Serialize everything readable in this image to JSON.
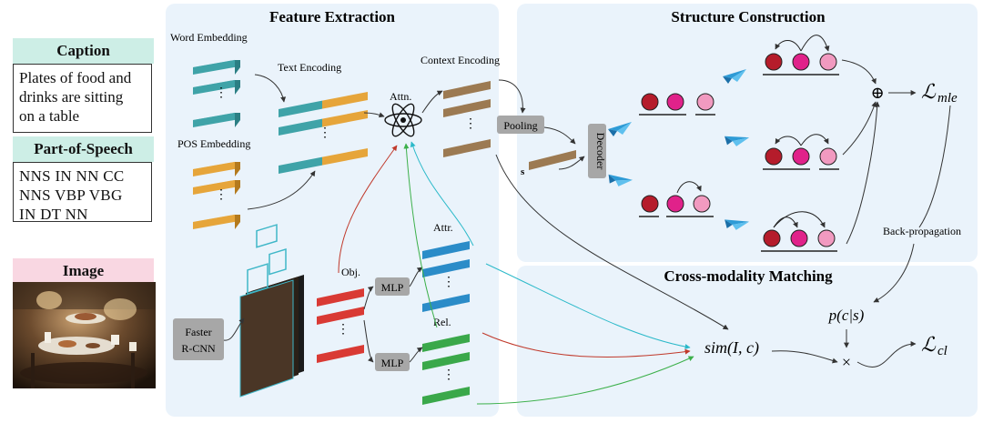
{
  "left_panel": {
    "caption_header": "Caption",
    "caption_text": [
      "Plates of food and",
      "drinks are sitting",
      "on a table"
    ],
    "pos_header": "Part-of-Speech",
    "pos_text": [
      "NNS IN NN CC",
      "NNS VBP VBG",
      "IN DT NN"
    ],
    "image_header": "Image"
  },
  "sections": {
    "feature_extraction": "Feature Extraction",
    "structure_construction": "Structure Construction",
    "cross_modality_matching": "Cross-modality Matching"
  },
  "labels": {
    "word_embedding": "Word Embedding",
    "pos_embedding": "POS Embedding",
    "text_encoding": "Text Encoding",
    "attn": "Attn.",
    "context_encoding": "Context Encoding",
    "pooling": "Pooling",
    "s": "s",
    "decoder": "Decoder",
    "faster": "Faster",
    "rcnn": "R-CNN",
    "obj": "Obj.",
    "mlp_top": "MLP",
    "mlp_bottom": "MLP",
    "attr": "Attr.",
    "rel": "Rel.",
    "back_propagation": "Back-propagation",
    "oplus": "⊕",
    "times": "×"
  },
  "math": {
    "l_mle_main": "ℒ",
    "l_mle_sub": "mle",
    "l_cl_main": "ℒ",
    "l_cl_sub": "cl",
    "p_c_s": "p(c|s)",
    "sim": "sim(I, c)"
  },
  "colors": {
    "panel_bg": "#eaf3fb",
    "caption_header_bg": "#cdeee6",
    "pos_header_bg": "#cdeee6",
    "image_header_bg": "#f9d7e2",
    "teal": "#3fa3a8",
    "orange": "#e6a53a",
    "brown": "#9c7a52",
    "red": "#d93a34",
    "blue": "#2b8cc8",
    "green": "#3aa84a",
    "node_dark": "#b51c2b",
    "node_mid": "#e0228a",
    "node_light": "#f19ac0",
    "gray_box": "#a7a7a7",
    "line_red": "#c0392b",
    "line_green": "#3cb04a",
    "line_cyan": "#2bb9c9"
  },
  "icons": [
    "atom-icon",
    "paper-plane-icon"
  ]
}
